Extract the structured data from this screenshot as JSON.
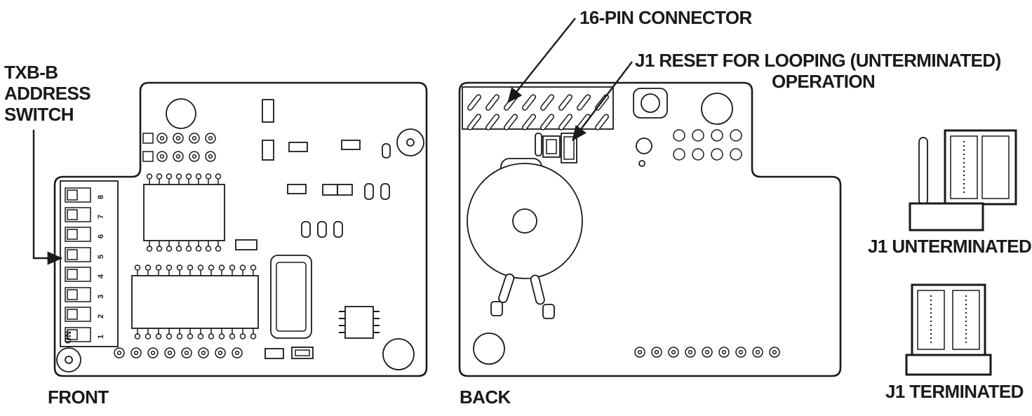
{
  "labels": {
    "address_switch": [
      "TXB-B",
      "ADDRESS",
      "SWITCH"
    ],
    "connector_16pin": "16-PIN CONNECTOR",
    "j1_reset": [
      "J1 RESET FOR LOOPING (UNTERMINATED)",
      "OPERATION"
    ],
    "front": "FRONT",
    "back": "BACK",
    "j1_unterminated": "J1 UNTERMINATED",
    "j1_terminated": "J1 TERMINATED"
  },
  "dip_switch": {
    "on_label": "ON",
    "positions": [
      "1",
      "2",
      "3",
      "4",
      "5",
      "6",
      "7",
      "8"
    ]
  },
  "colors": {
    "line": "#1a1a1a",
    "background": "#ffffff"
  }
}
